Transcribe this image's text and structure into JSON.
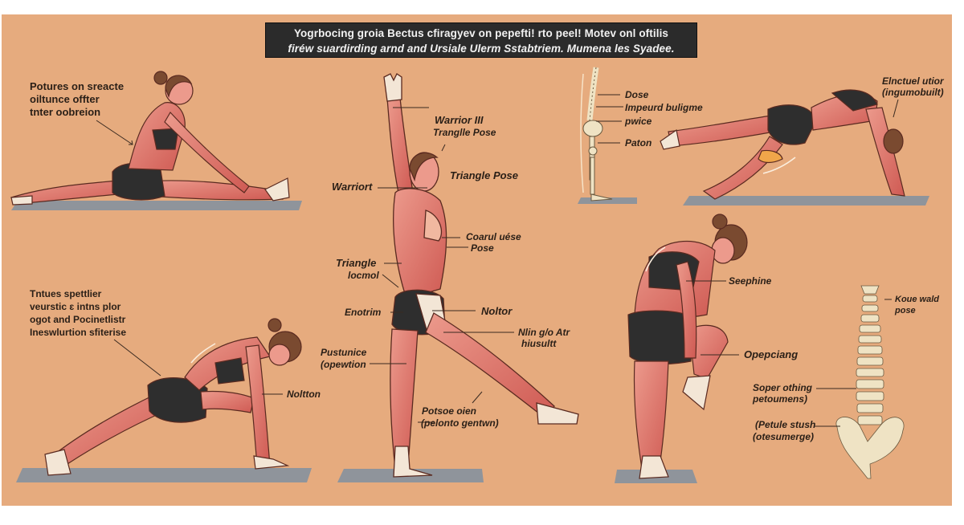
{
  "title": {
    "line1": "Yogrbocing groia Bectus cfiragyev on pepefti! rto peel! Motev onl oftilis",
    "line2": "firéw suardirding arnd and Ursiale Ulerm Sstabtriem. Mumena les Syadee."
  },
  "colors": {
    "background": "#e6ab7e",
    "banner": "#2b2b2b",
    "muscle": "#d9675f",
    "muscle_light": "#ec9a8c",
    "tendon": "#f3e6d6",
    "shorts": "#2e2e2e",
    "hair": "#7a4a30",
    "bone": "#efe3c4",
    "mat": "#8f949b",
    "label_text": "#2a1f17"
  },
  "panels": {
    "seated_split": {
      "label": [
        "Potures on sreacte",
        "oiltunce offter",
        "tnter oobreion"
      ]
    },
    "warrior_center": {
      "labels": {
        "warrior_iii": "Warrior III",
        "tangle_pose": "Tranglle Pose",
        "warriort": "Warriort",
        "triangle_pose": "Triangle Pose",
        "coarul_use": "Coarul uése",
        "pose": "Pose",
        "triangle": "Triangle",
        "locmol": "locmol",
        "enotrim": "Enotrim",
        "noltor": "Noltor",
        "ming_atr": "Nlin g/o Atr",
        "hiusultt": "hiusultt",
        "pustunice": "Pustunice",
        "opewtion": "(opewtion",
        "potsoe_oien": "Potsoe oien",
        "pelonto_gentwn": "(pelonto gentwn)"
      }
    },
    "skeleton_side": {
      "labels": [
        "Dose",
        "Impeurd buligme",
        "pwice",
        "Paton"
      ]
    },
    "downward_dog": {
      "label": [
        "Elnctuel utior",
        "(ingumobuilt)"
      ]
    },
    "lunge": {
      "label": [
        "Tntues spettlier",
        "veurstic ɛ intns plor",
        "ogot and Pocinetlistr",
        "Ineswlurtion sfiterise"
      ],
      "noltton": "Noltton"
    },
    "standing_knee": {
      "labels": {
        "seephine": "Seephine",
        "opepciang": "Opepciang",
        "soper_othing": "Soper othing",
        "petoumens": "petoumens)",
        "petule_stush": "(Petule stush",
        "otesumerge": "(otesumerge)"
      }
    },
    "spine_front": {
      "label": [
        "Koue wald",
        "pose"
      ]
    }
  }
}
